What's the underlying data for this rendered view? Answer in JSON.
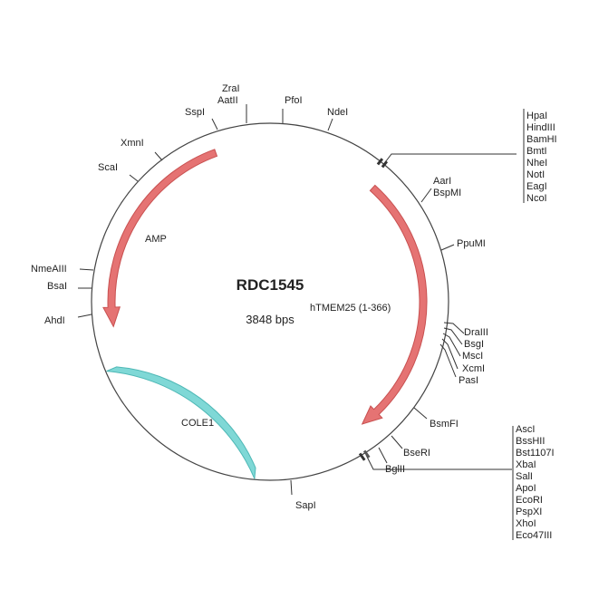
{
  "plasmid": {
    "name": "RDC1545",
    "size": "3848 bps"
  },
  "colors": {
    "gene": "#e57373",
    "gene_stroke": "#c85050",
    "ori": "#7fd8d6",
    "ori_stroke": "#4fb8b6",
    "backbone": "#444444"
  },
  "features": {
    "amp": "AMP",
    "htmem": "hTMEM25 (1-366)",
    "cole1": "COLE1"
  },
  "sites": {
    "zrai": "ZraI",
    "aatii": "AatII",
    "sspi": "SspI",
    "pfoi": "PfoI",
    "ndei": "NdeI",
    "aari": "AarI",
    "bspmi": "BspMI",
    "ppumi": "PpuMI",
    "draiii": "DraIII",
    "bsgi": "BsgI",
    "msci": "MscI",
    "xcmi": "XcmI",
    "pasi": "PasI",
    "bsmfi": "BsmFI",
    "bseri": "BseRI",
    "bglii": "BglII",
    "sapi": "SapI",
    "xmni": "XmnI",
    "scai": "ScaI",
    "nmeaiii": "NmeAIII",
    "bsai": "BsaI",
    "ahdi": "AhdI"
  },
  "mcs1": [
    "HpaI",
    "HindIII",
    "BamHI",
    "BmtI",
    "NheI",
    "NotI",
    "EagI",
    "NcoI"
  ],
  "mcs2": [
    "AscI",
    "BssHII",
    "Bst1107I",
    "XbaI",
    "SalI",
    "ApoI",
    "EcoRI",
    "PspXI",
    "XhoI",
    "Eco47III"
  ]
}
